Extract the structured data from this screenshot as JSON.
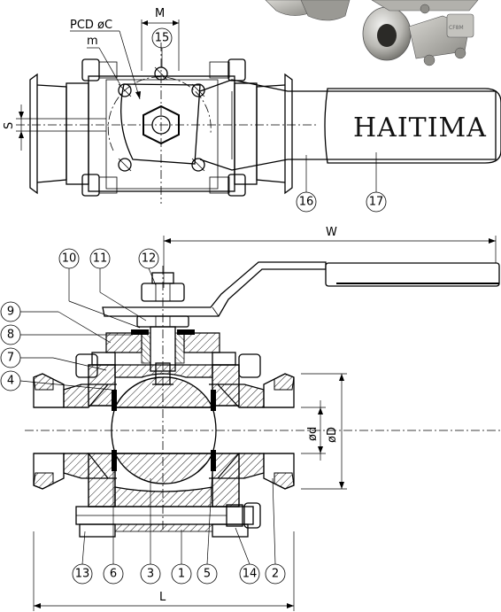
{
  "dimensions": {
    "pcd": "PCD øC",
    "m_small": "m",
    "M": "M",
    "S": "S",
    "W": "W",
    "L": "L",
    "d": "ød",
    "D": "øD"
  },
  "brand": "HAITIMA",
  "photo_stamp": "CF8M",
  "callouts_top": [
    "15",
    "16",
    "17"
  ],
  "callouts_left": [
    "9",
    "8",
    "7",
    "4"
  ],
  "callouts_upper": [
    "10",
    "11",
    "12"
  ],
  "callouts_bottom": [
    "13",
    "6",
    "3",
    "1",
    "5",
    "14",
    "2"
  ]
}
